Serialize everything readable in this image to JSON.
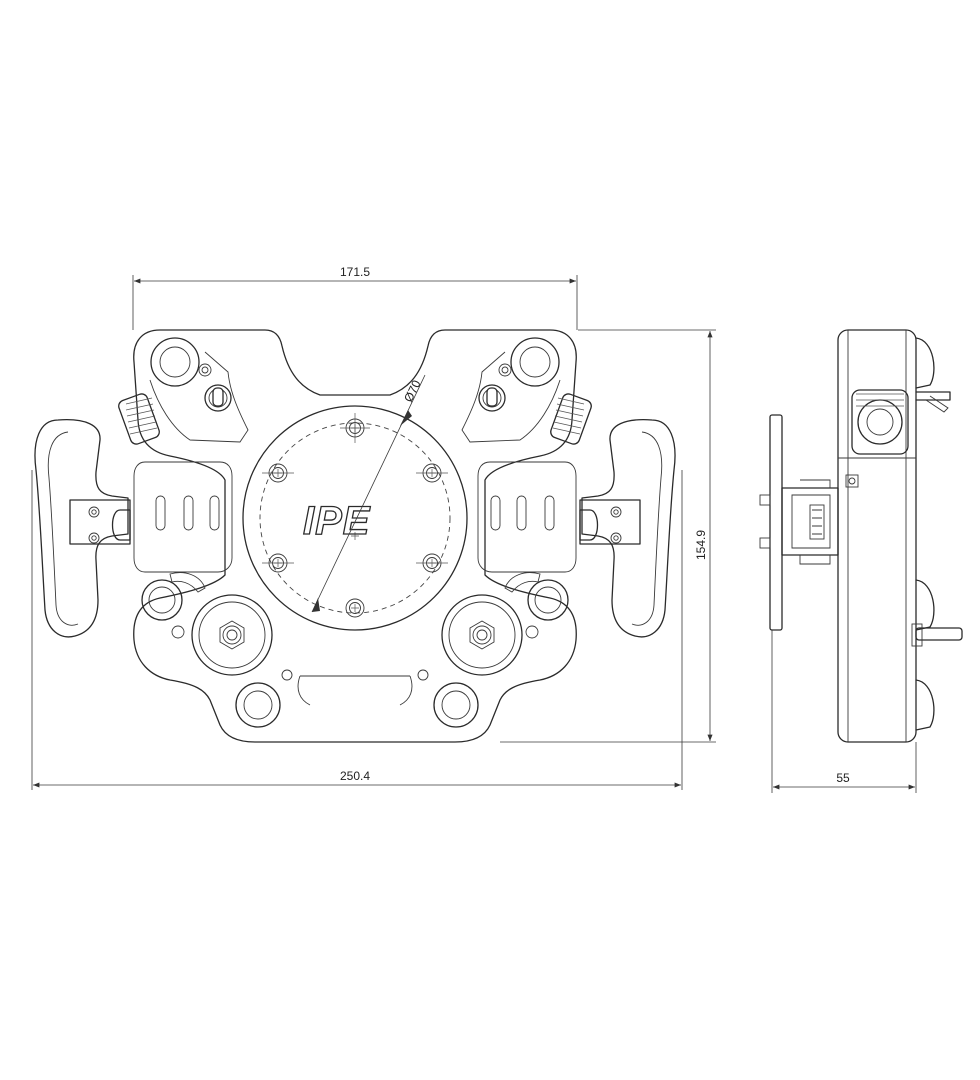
{
  "dimensions": {
    "top_width": "171.5",
    "overall_width": "250.4",
    "height": "154.9",
    "depth": "55",
    "bore_diameter": "Ø70"
  },
  "logo": {
    "text": "IPE"
  },
  "colors": {
    "line": "#2b2b2b",
    "background": "#ffffff"
  }
}
